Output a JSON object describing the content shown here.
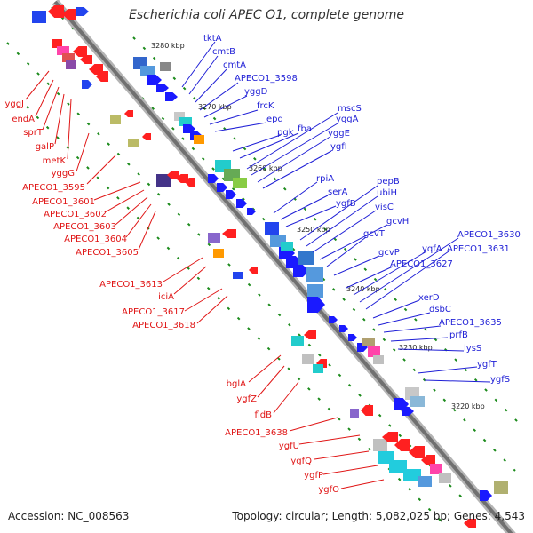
{
  "title": "Escherichia coli APEC O1, complete genome",
  "accession_label": "Accession: NC_008563",
  "summary_label": "Topology: circular; Length: 5,082,025 bp; Genes: 4,543",
  "colors": {
    "backbone": "#8c8c8c",
    "forward_label": "#1f1fd6",
    "reverse_label": "#e01616",
    "forward_gene": "#1a1aff",
    "reverse_gene": "#ff1a1a",
    "tick": "#1a8a1a"
  },
  "scale_labels": [
    "3280 kbp",
    "3270 kbp",
    "3260 kbp",
    "3250 kbp",
    "3240 kbp",
    "3230 kbp",
    "3220 kbp"
  ],
  "forward_labels": [
    "tktA",
    "cmtB",
    "cmtA",
    "APECO1_3598",
    "yggD",
    "frcK",
    "epd",
    "pgk",
    "fba",
    "mscS",
    "yggA",
    "yggE",
    "ygfI",
    "rpiA",
    "serA",
    "ygfB",
    "pepB",
    "ubiH",
    "visC",
    "gcvH",
    "gcvT",
    "gcvP",
    "yqfA",
    "APECO1_3630",
    "APECO1_3631",
    "APECO1_3627",
    "xerD",
    "dsbC",
    "APECO1_3635",
    "prfB",
    "lysS",
    "ygfT",
    "ygfS"
  ],
  "reverse_labels": [
    "yggJ",
    "endA",
    "sprT",
    "galP",
    "metK",
    "yggG",
    "APECO1_3595",
    "APECO1_3601",
    "APECO1_3602",
    "APECO1_3603",
    "APECO1_3604",
    "APECO1_3605",
    "APECO1_3613",
    "iciA",
    "APECO1_3617",
    "APECO1_3618",
    "bglA",
    "ygfZ",
    "fldB",
    "APECO1_3638",
    "ygfU",
    "ygfQ",
    "ygfP",
    "ygfO"
  ]
}
